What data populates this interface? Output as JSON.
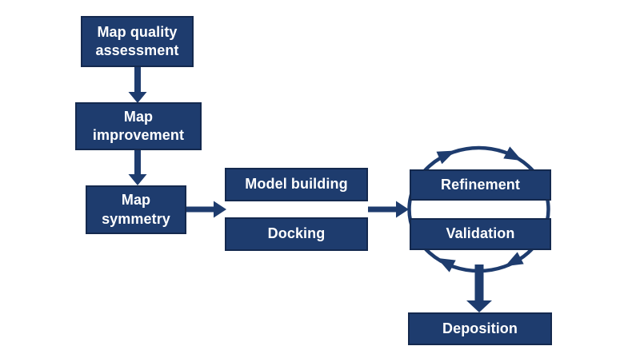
{
  "colors": {
    "navy": "#1e3c6e",
    "box_border": "#14294e",
    "text": "#ffffff",
    "background": "#ffffff"
  },
  "nodes": {
    "map_quality": {
      "lines": [
        "Map quality",
        "assessment"
      ]
    },
    "map_improvement": {
      "lines": [
        "Map",
        "improvement"
      ]
    },
    "map_symmetry": {
      "lines": [
        "Map",
        "symmetry"
      ]
    },
    "model_building": {
      "lines": [
        "Model building"
      ]
    },
    "docking": {
      "lines": [
        "Docking"
      ]
    },
    "refinement": {
      "lines": [
        "Refinement"
      ]
    },
    "validation": {
      "lines": [
        "Validation"
      ]
    },
    "deposition": {
      "lines": [
        "Deposition"
      ]
    }
  }
}
